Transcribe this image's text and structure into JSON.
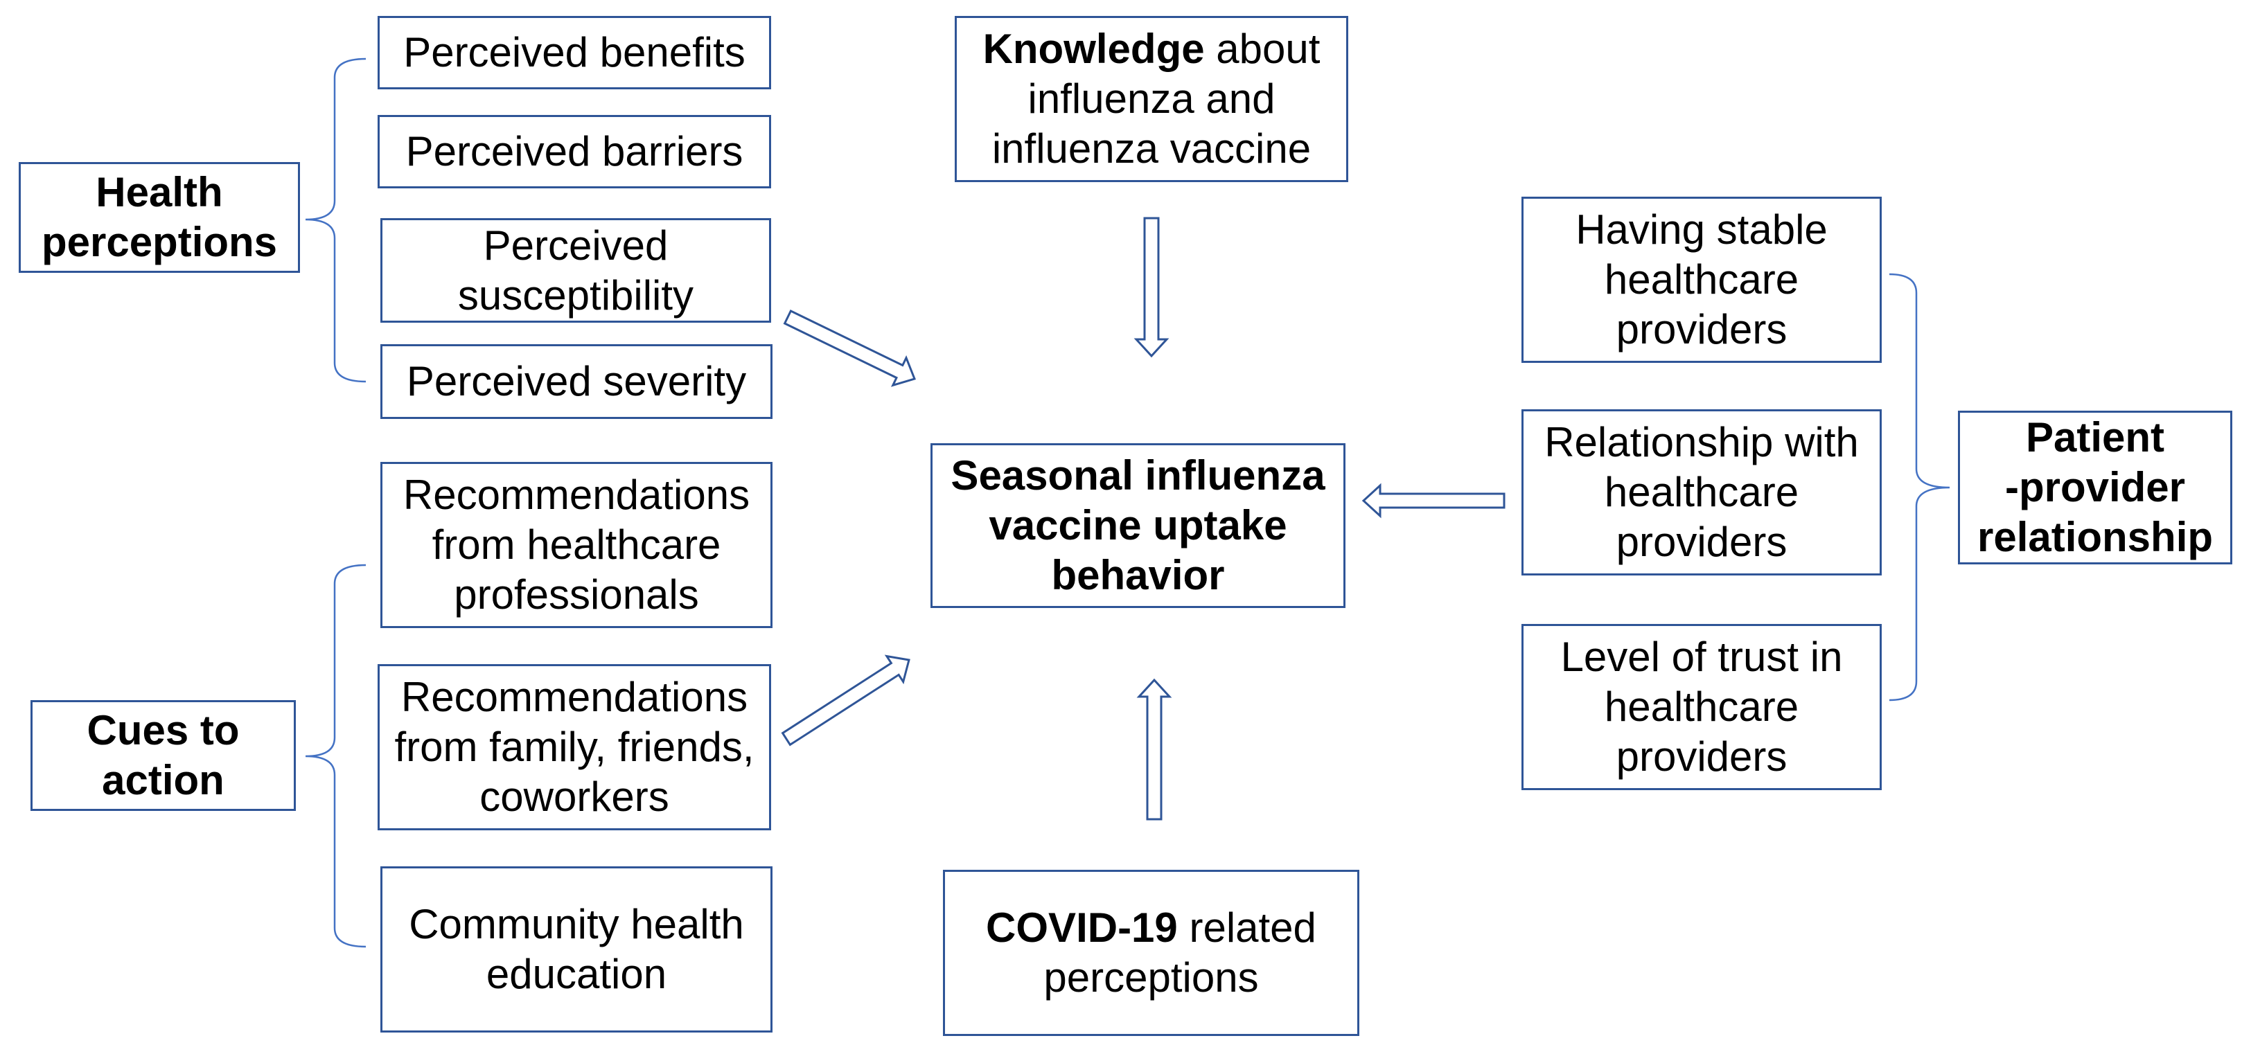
{
  "health_perceptions": {
    "label": "Health\nperceptions",
    "items": [
      "Perceived benefits",
      "Perceived barriers",
      "Perceived\nsusceptibility",
      "Perceived severity"
    ]
  },
  "cues_to_action": {
    "label": "Cues to\naction",
    "items": [
      "Recommendations\nfrom healthcare\nprofessionals",
      "Recommendations\nfrom family, friends,\ncoworkers",
      "Community health\neducation"
    ]
  },
  "knowledge": {
    "bold": "Knowledge",
    "rest": " about\ninfluenza and\ninfluenza vaccine"
  },
  "outcome": {
    "label": "Seasonal influenza\nvaccine uptake\nbehavior"
  },
  "covid": {
    "bold": "COVID-19",
    "rest": " related\nperceptions"
  },
  "patient_provider": {
    "label": "Patient\n-provider\nrelationship",
    "items": [
      "Having stable\nhealthcare\nproviders",
      "Relationship with\nhealthcare\nproviders",
      "Level of trust in\nhealthcare\nproviders"
    ]
  },
  "colors": {
    "box_border": "#2F5597",
    "bracket": "#4472C4",
    "arrow_fill": "#FFFFFF",
    "text": "#000000",
    "background": "#FFFFFF"
  }
}
